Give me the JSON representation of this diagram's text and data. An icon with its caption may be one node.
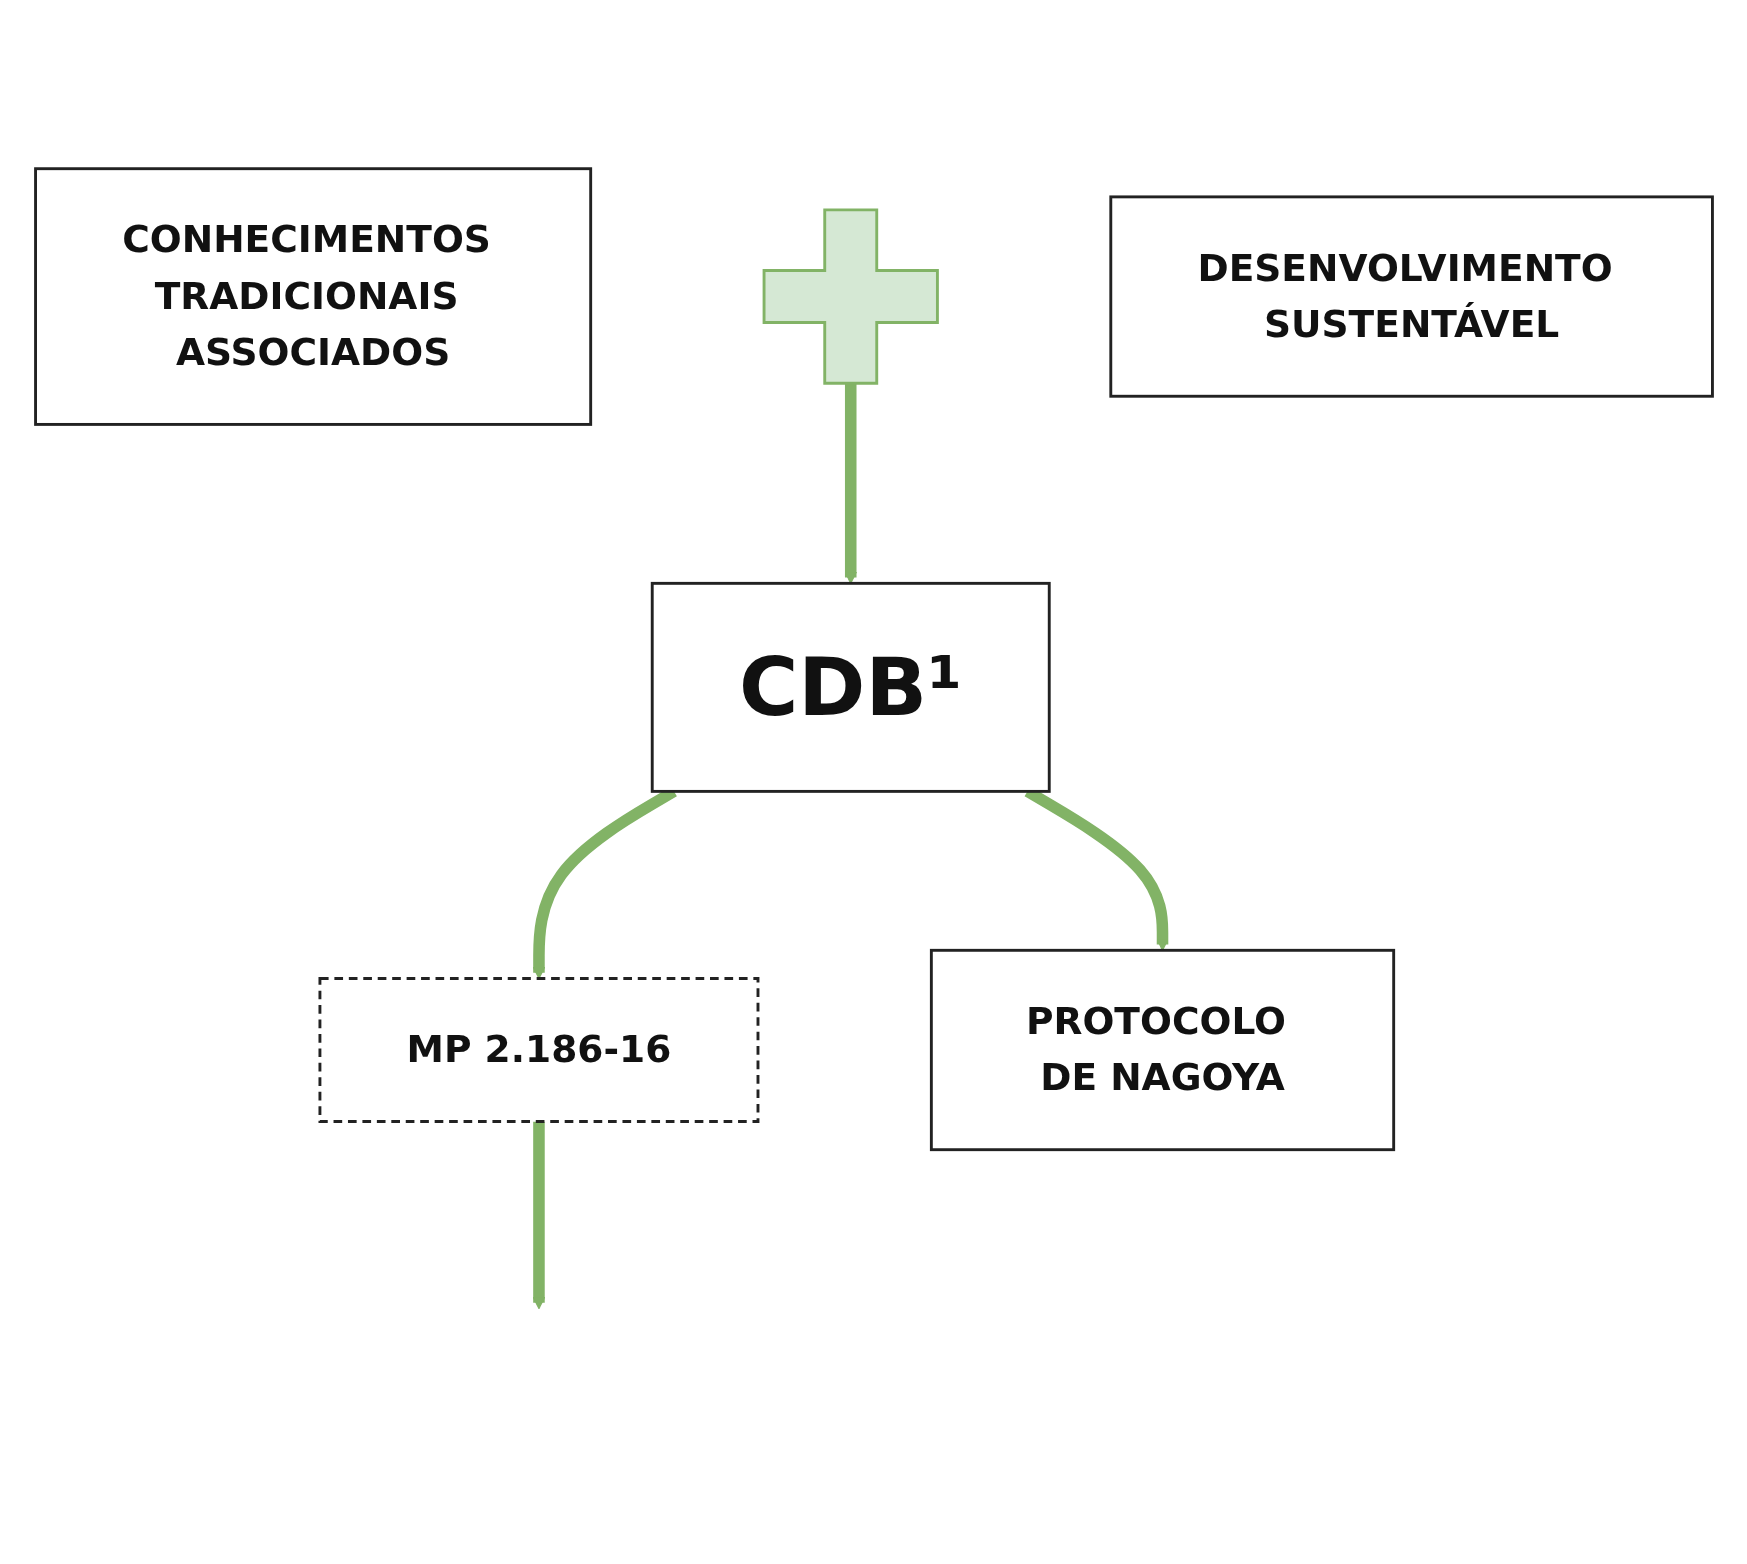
{
  "diagram": {
    "nodes": [
      {
        "text": [
          "CONHECIMENTOS TRADICIONAIS ASSOCIADOS"
        ]
      },
      {
        "text": [
          "DESENVOLVIMENTO SUSTENTÁVEL"
        ]
      },
      {
        "text": [],
        "shape": "plus"
      },
      {
        "text": [
          "CDB¹"
        ]
      },
      {
        "text": [
          "MP 2.186-16"
        ]
      },
      {
        "text": [
          "PROTOCOLO DE NAGOYA"
        ]
      }
    ],
    "edges": [
      {
        "from": 2,
        "to": 3,
        "arrow": "to"
      },
      {
        "from": 3,
        "to": 4,
        "arrow": "to"
      },
      {
        "from": 3,
        "to": 5,
        "arrow": "to"
      },
      {
        "from": 4,
        "to": null,
        "arrow": "to"
      }
    ]
  }
}
